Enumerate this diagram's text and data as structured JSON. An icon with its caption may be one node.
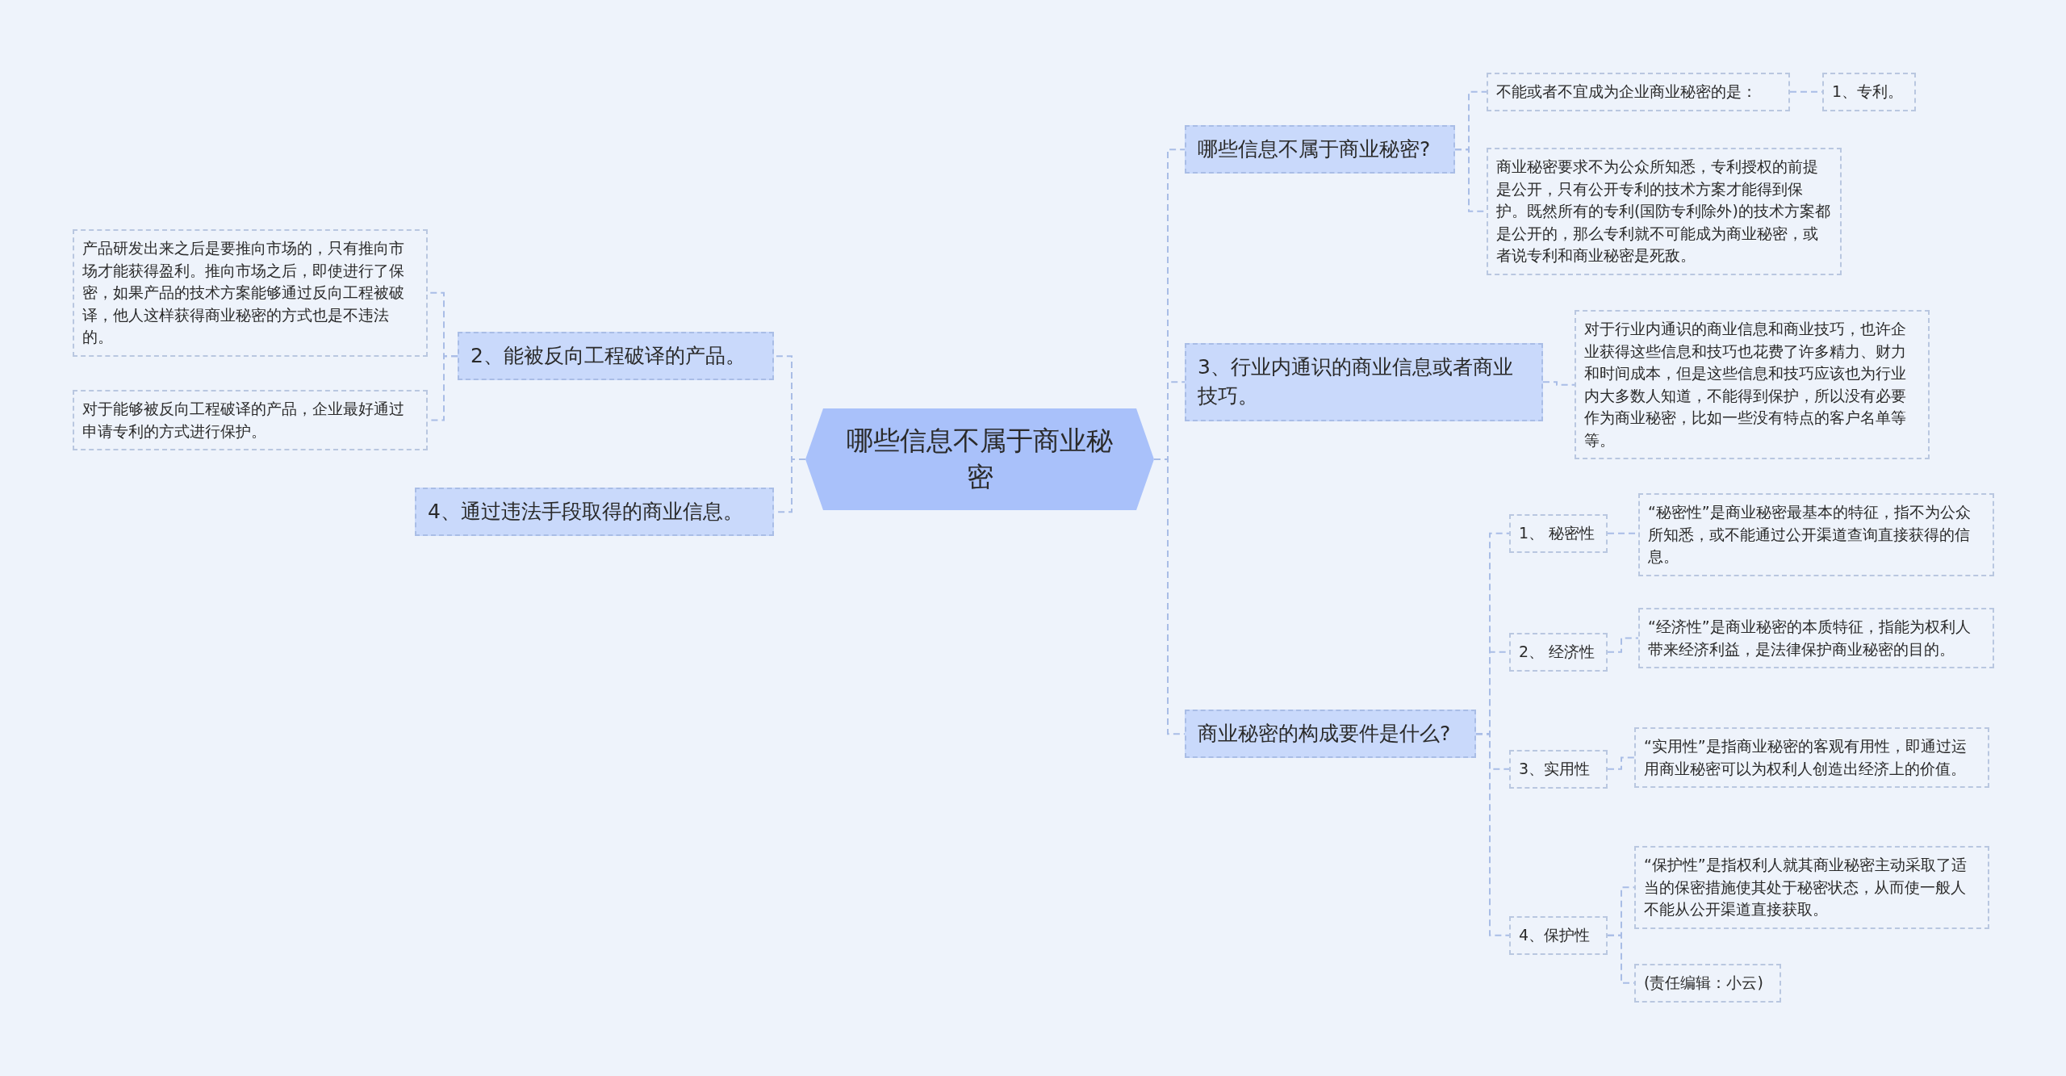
{
  "diagram": {
    "nodes": [
      {
        "text": [
          "哪些信息不属于商业秘密"
        ]
      },
      {
        "text": [
          "哪些信息不属于商业秘密?"
        ]
      },
      {
        "text": [
          "不能或者不宜成为企业商业秘密的是："
        ]
      },
      {
        "text": [
          "1、专利。"
        ]
      },
      {
        "text": [
          "商业秘密要求不为公众所知悉，专利授权的前提是公开，只有公开专利的技术方案才能得到保护。既然所有的专利(国防专利除外)的技术方案都是公开的，那么专利就不可能成为商业秘密，或者说专利和商业秘密是死敌。"
        ]
      },
      {
        "text": [
          "3、行业内通识的商业信息或者商业技巧。"
        ]
      },
      {
        "text": [
          "对于行业内通识的商业信息和商业技巧，也许企业获得这些信息和技巧也花费了许多精力、财力和时间成本，但是这些信息和技巧应该也为行业内大多数人知道，不能得到保护，所以没有必要作为商业秘密，比如一些没有特点的客户名单等等。"
        ]
      },
      {
        "text": [
          "商业秘密的构成要件是什么?"
        ]
      },
      {
        "text": [
          "1、 秘密性"
        ]
      },
      {
        "text": [
          "“秘密性”是商业秘密最基本的特征，指不为公众所知悉，或不能通过公开渠道查询直接获得的信息。"
        ]
      },
      {
        "text": [
          "2、 经济性"
        ]
      },
      {
        "text": [
          "“经济性”是商业秘密的本质特征，指能为权利人带来经济利益，是法律保护商业秘密的目的。"
        ]
      },
      {
        "text": [
          "3、实用性"
        ]
      },
      {
        "text": [
          "“实用性”是指商业秘密的客观有用性，即通过运用商业秘密可以为权利人创造出经济上的价值。"
        ]
      },
      {
        "text": [
          "4、保护性"
        ]
      },
      {
        "text": [
          "“保护性”是指权利人就其商业秘密主动采取了适当的保密措施使其处于秘密状态，从而使一般人不能从公开渠道直接获取。"
        ]
      },
      {
        "text": [
          "(责任编辑：小云)"
        ]
      },
      {
        "text": [
          "2、能被反向工程破译的产品。"
        ]
      },
      {
        "text": [
          "产品研发出来之后是要推向市场的，只有推向市场才能获得盈利。推向市场之后，即使进行了保密，如果产品的技术方案能够通过反向工程被破译，他人这样获得商业秘密的方式也是不违法的。"
        ]
      },
      {
        "text": [
          "对于能够被反向工程破译的产品，企业最好通过申请专利的方式进行保护。"
        ]
      },
      {
        "text": [
          "4、通过违法手段取得的商业信息。"
        ]
      }
    ],
    "edges": [
      {
        "from": 0,
        "to": 1,
        "arrow": "none"
      },
      {
        "from": 0,
        "to": 5,
        "arrow": "none"
      },
      {
        "from": 0,
        "to": 7,
        "arrow": "none"
      },
      {
        "from": 0,
        "to": 17,
        "arrow": "none"
      },
      {
        "from": 0,
        "to": 20,
        "arrow": "none"
      },
      {
        "from": 1,
        "to": 2,
        "arrow": "none"
      },
      {
        "from": 1,
        "to": 4,
        "arrow": "none"
      },
      {
        "from": 2,
        "to": 3,
        "arrow": "none"
      },
      {
        "from": 5,
        "to": 6,
        "arrow": "none"
      },
      {
        "from": 7,
        "to": 8,
        "arrow": "none"
      },
      {
        "from": 7,
        "to": 10,
        "arrow": "none"
      },
      {
        "from": 7,
        "to": 12,
        "arrow": "none"
      },
      {
        "from": 7,
        "to": 14,
        "arrow": "none"
      },
      {
        "from": 8,
        "to": 9,
        "arrow": "none"
      },
      {
        "from": 10,
        "to": 11,
        "arrow": "none"
      },
      {
        "from": 12,
        "to": 13,
        "arrow": "none"
      },
      {
        "from": 14,
        "to": 15,
        "arrow": "none"
      },
      {
        "from": 14,
        "to": 16,
        "arrow": "none"
      },
      {
        "from": 17,
        "to": 18,
        "arrow": "none"
      },
      {
        "from": 17,
        "to": 19,
        "arrow": "none"
      }
    ]
  }
}
